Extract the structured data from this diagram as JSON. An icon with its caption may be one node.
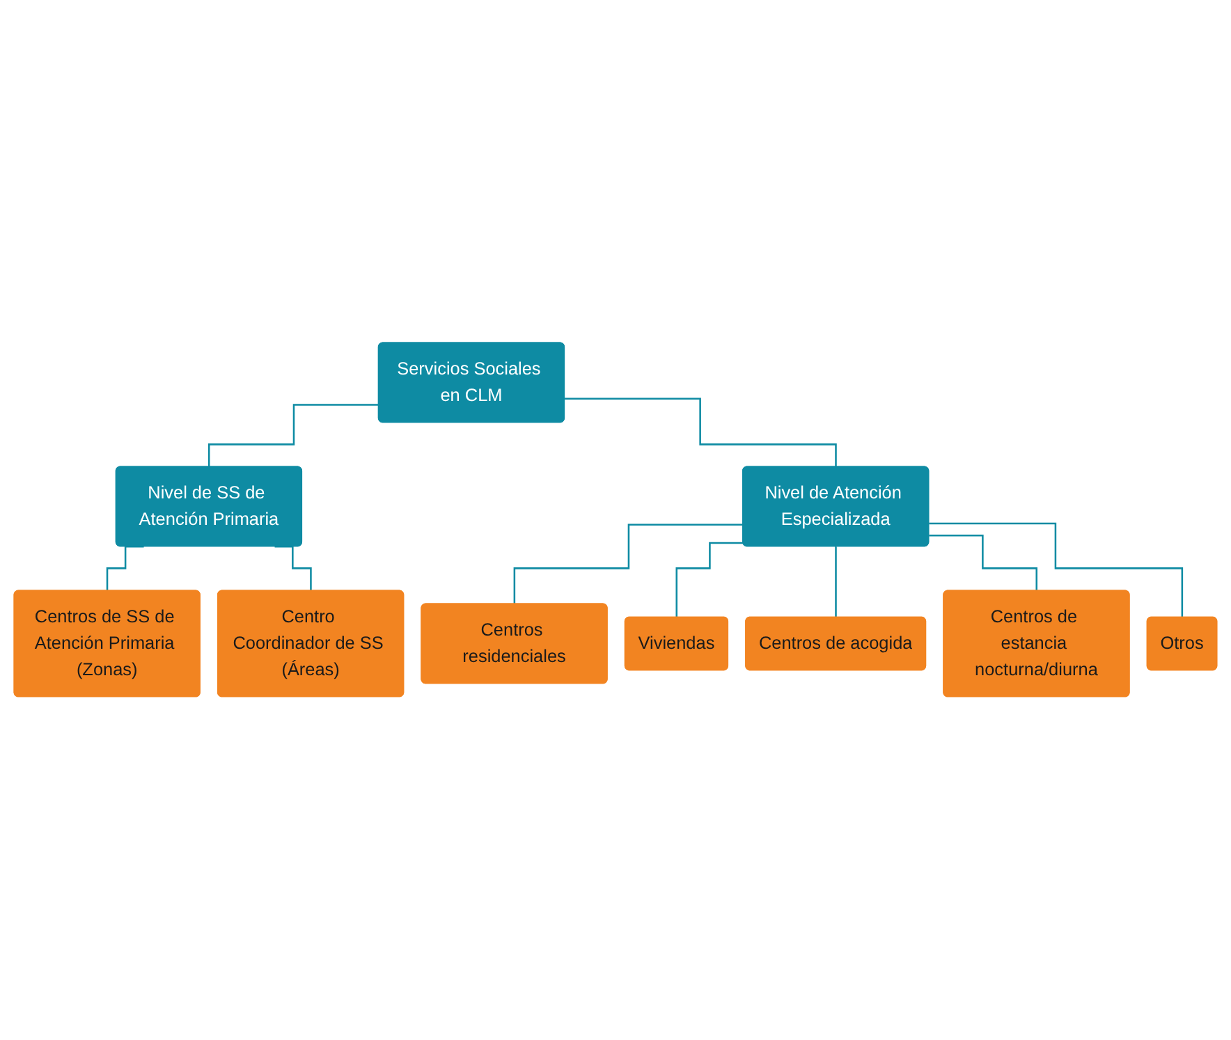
{
  "diagram": {
    "nodes": [
      {
        "text": [
          "Servicios Sociales en CLM"
        ]
      },
      {
        "text": [
          "Nivel de SS de Atención Primaria"
        ]
      },
      {
        "text": [
          "Nivel de Atención Especializada"
        ]
      },
      {
        "text": [
          "Centros de SS de Atención Primaria (Zonas)"
        ]
      },
      {
        "text": [
          "Centro Coordinador de SS (Áreas)"
        ]
      },
      {
        "text": [
          "Centros residenciales"
        ]
      },
      {
        "text": [
          "Viviendas"
        ]
      },
      {
        "text": [
          "Centros de acogida"
        ]
      },
      {
        "text": [
          "Centros de estancia nocturna/diurna"
        ]
      },
      {
        "text": [
          "Otros"
        ]
      }
    ],
    "edges": [
      {
        "from": 0,
        "to": 1,
        "arrow": "none"
      },
      {
        "from": 0,
        "to": 2,
        "arrow": "none"
      },
      {
        "from": 1,
        "to": 3,
        "arrow": "none"
      },
      {
        "from": 1,
        "to": 4,
        "arrow": "none"
      },
      {
        "from": 2,
        "to": 5,
        "arrow": "none"
      },
      {
        "from": 2,
        "to": 6,
        "arrow": "none"
      },
      {
        "from": 2,
        "to": 7,
        "arrow": "none"
      },
      {
        "from": 2,
        "to": 8,
        "arrow": "none"
      },
      {
        "from": 2,
        "to": 9,
        "arrow": "none"
      }
    ]
  }
}
